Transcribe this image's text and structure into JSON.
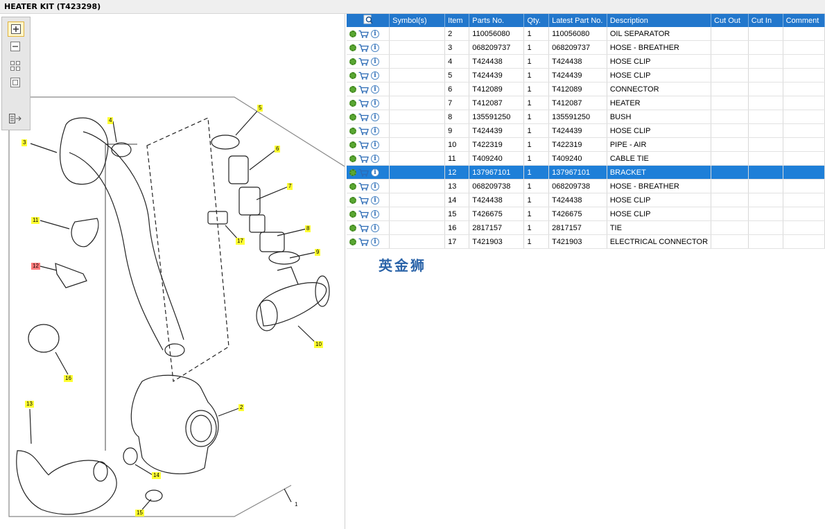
{
  "window": {
    "title": "HEATER KIT (T423298)"
  },
  "toolbar": {
    "items": [
      "zoom-in-icon",
      "zoom-out-icon",
      "fit-icon",
      "actual-size-icon",
      "export-icon"
    ]
  },
  "diagram": {
    "callouts": [
      "1",
      "2",
      "3",
      "4",
      "5",
      "6",
      "7",
      "8",
      "9",
      "10",
      "11",
      "12",
      "13",
      "14",
      "15",
      "16",
      "17"
    ],
    "highlighted": "12"
  },
  "table": {
    "headers": [
      "",
      "Symbol(s)",
      "Item",
      "Parts No.",
      "Qty.",
      "Latest Part No.",
      "Description",
      "Cut Out",
      "Cut In",
      "Comment"
    ],
    "rows": [
      {
        "item": "2",
        "part": "110056080",
        "qty": "1",
        "latest": "110056080",
        "desc": "OIL SEPARATOR"
      },
      {
        "item": "3",
        "part": "068209737",
        "qty": "1",
        "latest": "068209737",
        "desc": "HOSE - BREATHER"
      },
      {
        "item": "4",
        "part": "T424438",
        "qty": "1",
        "latest": "T424438",
        "desc": "HOSE CLIP"
      },
      {
        "item": "5",
        "part": "T424439",
        "qty": "1",
        "latest": "T424439",
        "desc": "HOSE CLIP"
      },
      {
        "item": "6",
        "part": "T412089",
        "qty": "1",
        "latest": "T412089",
        "desc": "CONNECTOR"
      },
      {
        "item": "7",
        "part": "T412087",
        "qty": "1",
        "latest": "T412087",
        "desc": "HEATER"
      },
      {
        "item": "8",
        "part": "135591250",
        "qty": "1",
        "latest": "135591250",
        "desc": "BUSH"
      },
      {
        "item": "9",
        "part": "T424439",
        "qty": "1",
        "latest": "T424439",
        "desc": "HOSE CLIP"
      },
      {
        "item": "10",
        "part": "T422319",
        "qty": "1",
        "latest": "T422319",
        "desc": "PIPE - AIR"
      },
      {
        "item": "11",
        "part": "T409240",
        "qty": "1",
        "latest": "T409240",
        "desc": "CABLE TIE"
      },
      {
        "item": "12",
        "part": "137967101",
        "qty": "1",
        "latest": "137967101",
        "desc": "BRACKET"
      },
      {
        "item": "13",
        "part": "068209738",
        "qty": "1",
        "latest": "068209738",
        "desc": "HOSE - BREATHER"
      },
      {
        "item": "14",
        "part": "T424438",
        "qty": "1",
        "latest": "T424438",
        "desc": "HOSE CLIP"
      },
      {
        "item": "15",
        "part": "T426675",
        "qty": "1",
        "latest": "T426675",
        "desc": "HOSE CLIP"
      },
      {
        "item": "16",
        "part": "2817157",
        "qty": "1",
        "latest": "2817157",
        "desc": "TIE"
      },
      {
        "item": "17",
        "part": "T421903",
        "qty": "1",
        "latest": "T421903",
        "desc": "ELECTRICAL CONNECTOR"
      }
    ],
    "selected_item": "12"
  },
  "watermark": "英金狮",
  "colors": {
    "header": "#2277cc",
    "selected": "#1e7fd8",
    "callout": "#ffff33",
    "callout_highlight": "#ff7b7b"
  }
}
